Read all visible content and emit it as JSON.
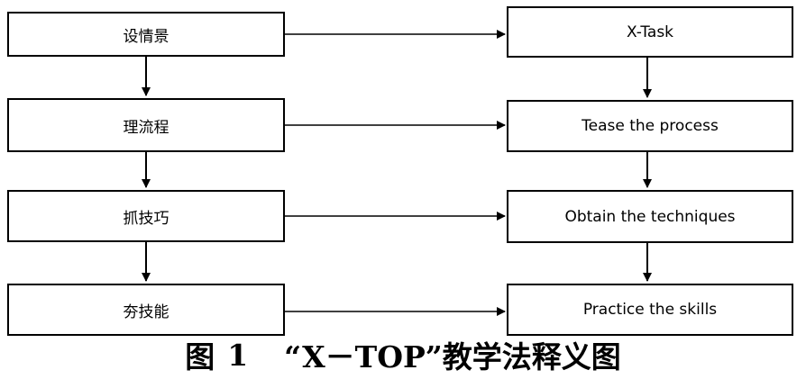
{
  "left_column": [
    {
      "label": "设情景"
    },
    {
      "label": "理流程"
    },
    {
      "label": "抓技巧"
    },
    {
      "label": "夯技能"
    }
  ],
  "right_column": [
    {
      "label": "X-Task"
    },
    {
      "label": "Tease the process"
    },
    {
      "label": "Obtain the techniques"
    },
    {
      "label": "Practice the skills"
    }
  ],
  "caption": {
    "figure_label": "图",
    "figure_number": "1",
    "title": "“X－TOP”教学法释义图"
  }
}
